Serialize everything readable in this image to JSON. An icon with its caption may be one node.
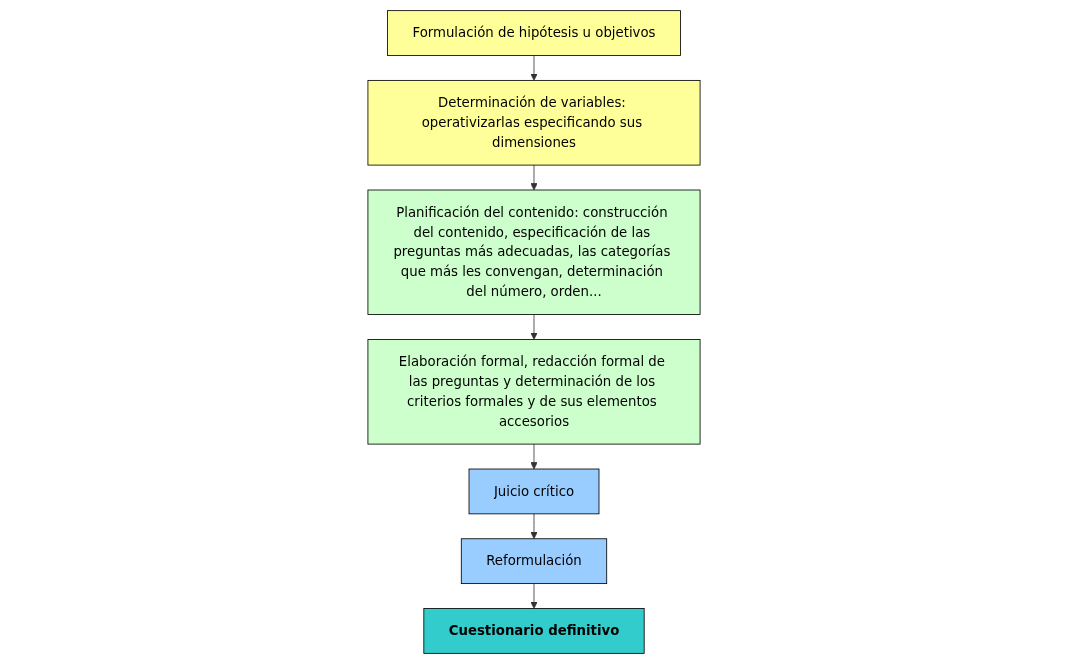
{
  "diagram": {
    "nodes": [
      {
        "text": [
          "Formulación de hipótesis u objetivos"
        ]
      },
      {
        "text": [
          "Determinación de variables: operativizarlas especificando sus dimensiones"
        ]
      },
      {
        "text": [
          "Planificación del contenido: construcción del contenido, especificación de las preguntas más adecuadas, las categorías que más les convengan, determinación del número, orden..."
        ]
      },
      {
        "text": [
          "Elaboración formal, redacción formal de las preguntas y determinación de los criterios formales y de sus elementos accesorios"
        ]
      },
      {
        "text": [
          "Juicio crítico"
        ]
      },
      {
        "text": [
          "Reformulación"
        ]
      },
      {
        "text": [
          "Cuestionario definitivo"
        ]
      }
    ],
    "edges": [
      {
        "from": 0,
        "to": 1,
        "arrow": "to"
      },
      {
        "from": 1,
        "to": 2,
        "arrow": "to"
      },
      {
        "from": 2,
        "to": 3,
        "arrow": "to"
      },
      {
        "from": 3,
        "to": 4,
        "arrow": "to"
      },
      {
        "from": 4,
        "to": 5,
        "arrow": "to"
      },
      {
        "from": 5,
        "to": 6,
        "arrow": "to"
      }
    ]
  }
}
